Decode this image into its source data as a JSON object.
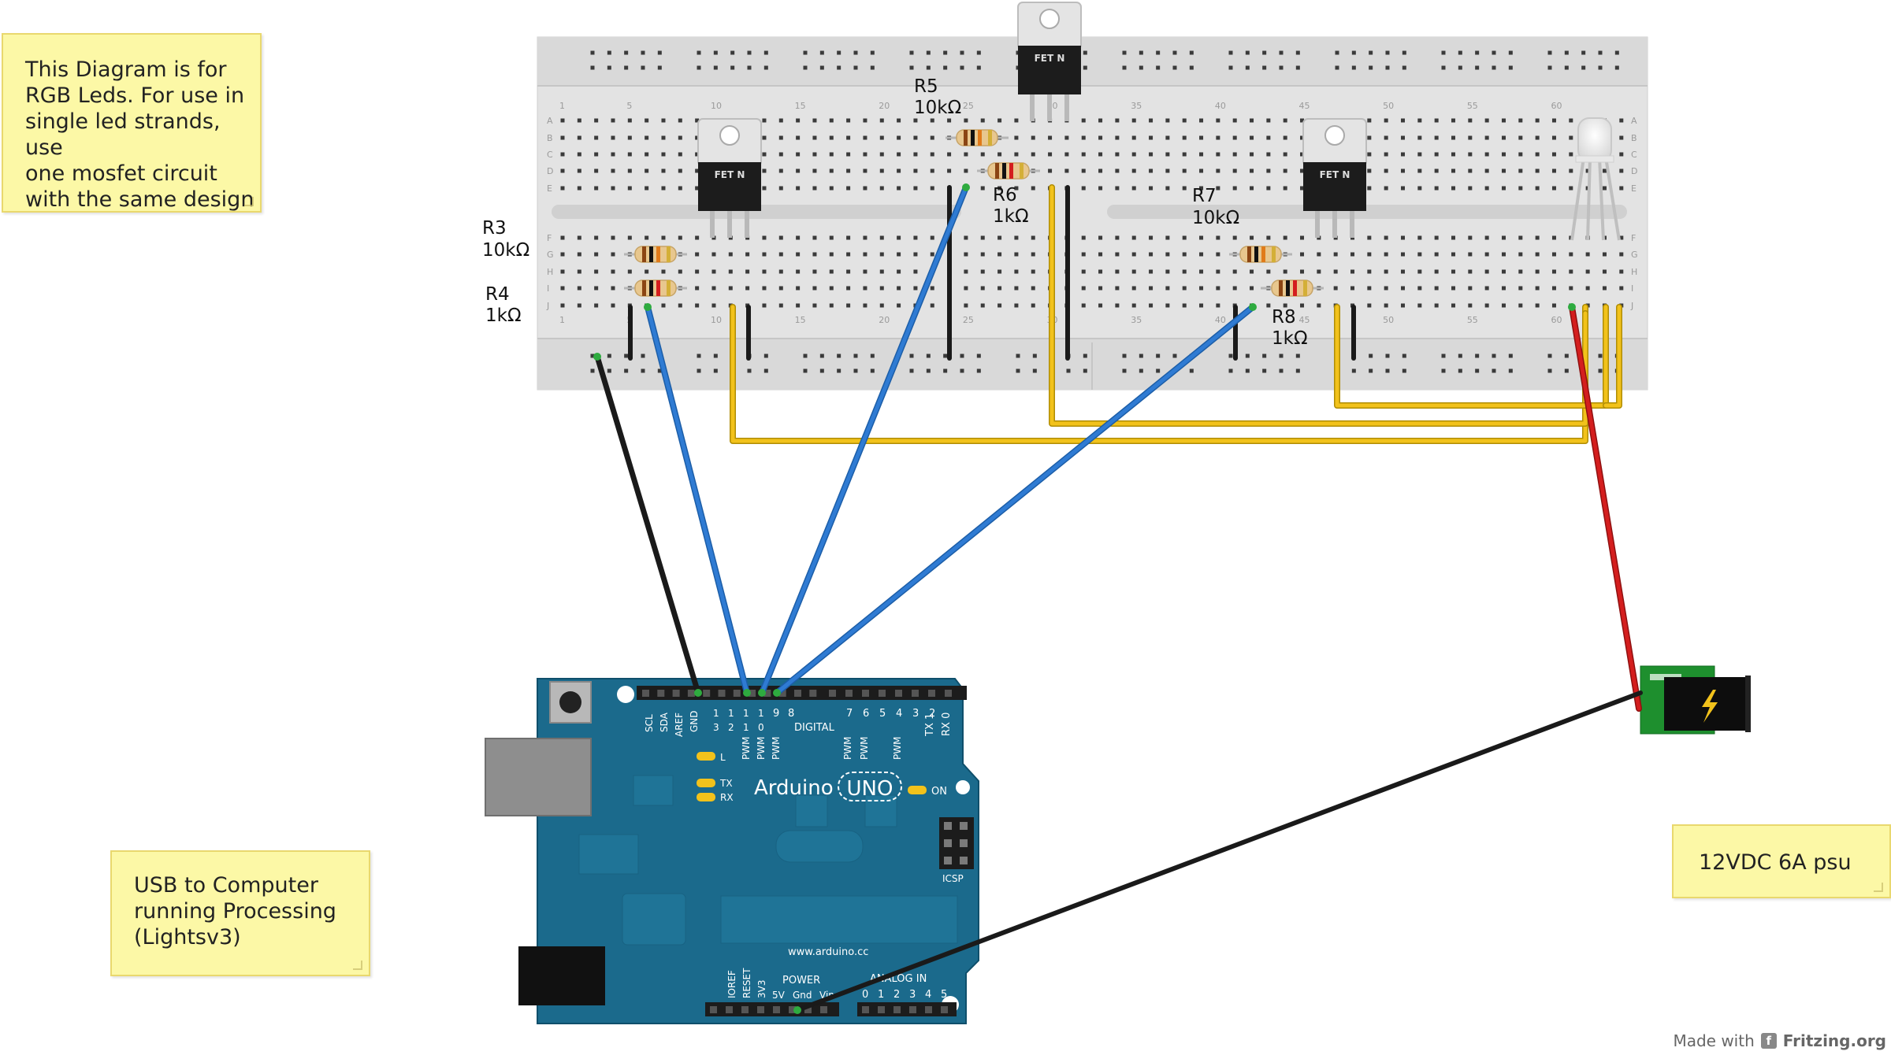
{
  "notes": {
    "rgb": "This Diagram is for\nRGB Leds. For use in\nsingle led strands, use\none mosfet circuit\nwith the same design",
    "usb": "USB to Computer\nrunning Processing\n(Lightsv3)",
    "psu": "12VDC 6A psu"
  },
  "credit": {
    "prefix": "Made with",
    "brand": "Fritzing.org"
  },
  "fet_label": "FET N",
  "resistors": [
    {
      "name": "R3",
      "value": "10kΩ"
    },
    {
      "name": "R4",
      "value": "1kΩ"
    },
    {
      "name": "R5",
      "value": "10kΩ"
    },
    {
      "name": "R6",
      "value": "1kΩ"
    },
    {
      "name": "R7",
      "value": "10kΩ"
    },
    {
      "name": "R8",
      "value": "1kΩ"
    }
  ],
  "breadboard": {
    "row_letters": [
      "A",
      "B",
      "C",
      "D",
      "E",
      "F",
      "G",
      "H",
      "I",
      "J"
    ],
    "column_numbers": [
      "1",
      "5",
      "10",
      "15",
      "20",
      "25",
      "30",
      "35",
      "40",
      "45",
      "50",
      "55",
      "60"
    ]
  },
  "arduino": {
    "brand": "Arduino",
    "model": "UNO",
    "url": "www.arduino.cc",
    "digital_label": "DIGITAL",
    "power_label": "POWER",
    "analog_label": "ANALOG IN",
    "on_label": "ON",
    "icsp_label": "ICSP",
    "led_labels": [
      "L",
      "TX",
      "RX"
    ],
    "top_pins_left": [
      "SCL",
      "SDA",
      "AREF",
      "GND"
    ],
    "top_pin_numbers": [
      "13",
      "12",
      "11",
      "10",
      "9",
      "8",
      "7",
      "6",
      "5",
      "4",
      "3",
      "2",
      "TX 1",
      "RX 0"
    ],
    "pwm_label": "PWM",
    "power_pins": [
      "IOREF",
      "RESET",
      "3V3",
      "5V",
      "Gnd",
      "Vin"
    ],
    "analog_pins": [
      "0",
      "1",
      "2",
      "3",
      "4",
      "5"
    ]
  },
  "colors": {
    "breadboard": "#e2e2e2",
    "arduino": "#1b6a8c",
    "wire_black": "#1a1a1a",
    "wire_blue": "#2f7bd3",
    "wire_yellow": "#f2c21b",
    "wire_red": "#d41e1e",
    "note_bg": "#fcf8a6"
  }
}
